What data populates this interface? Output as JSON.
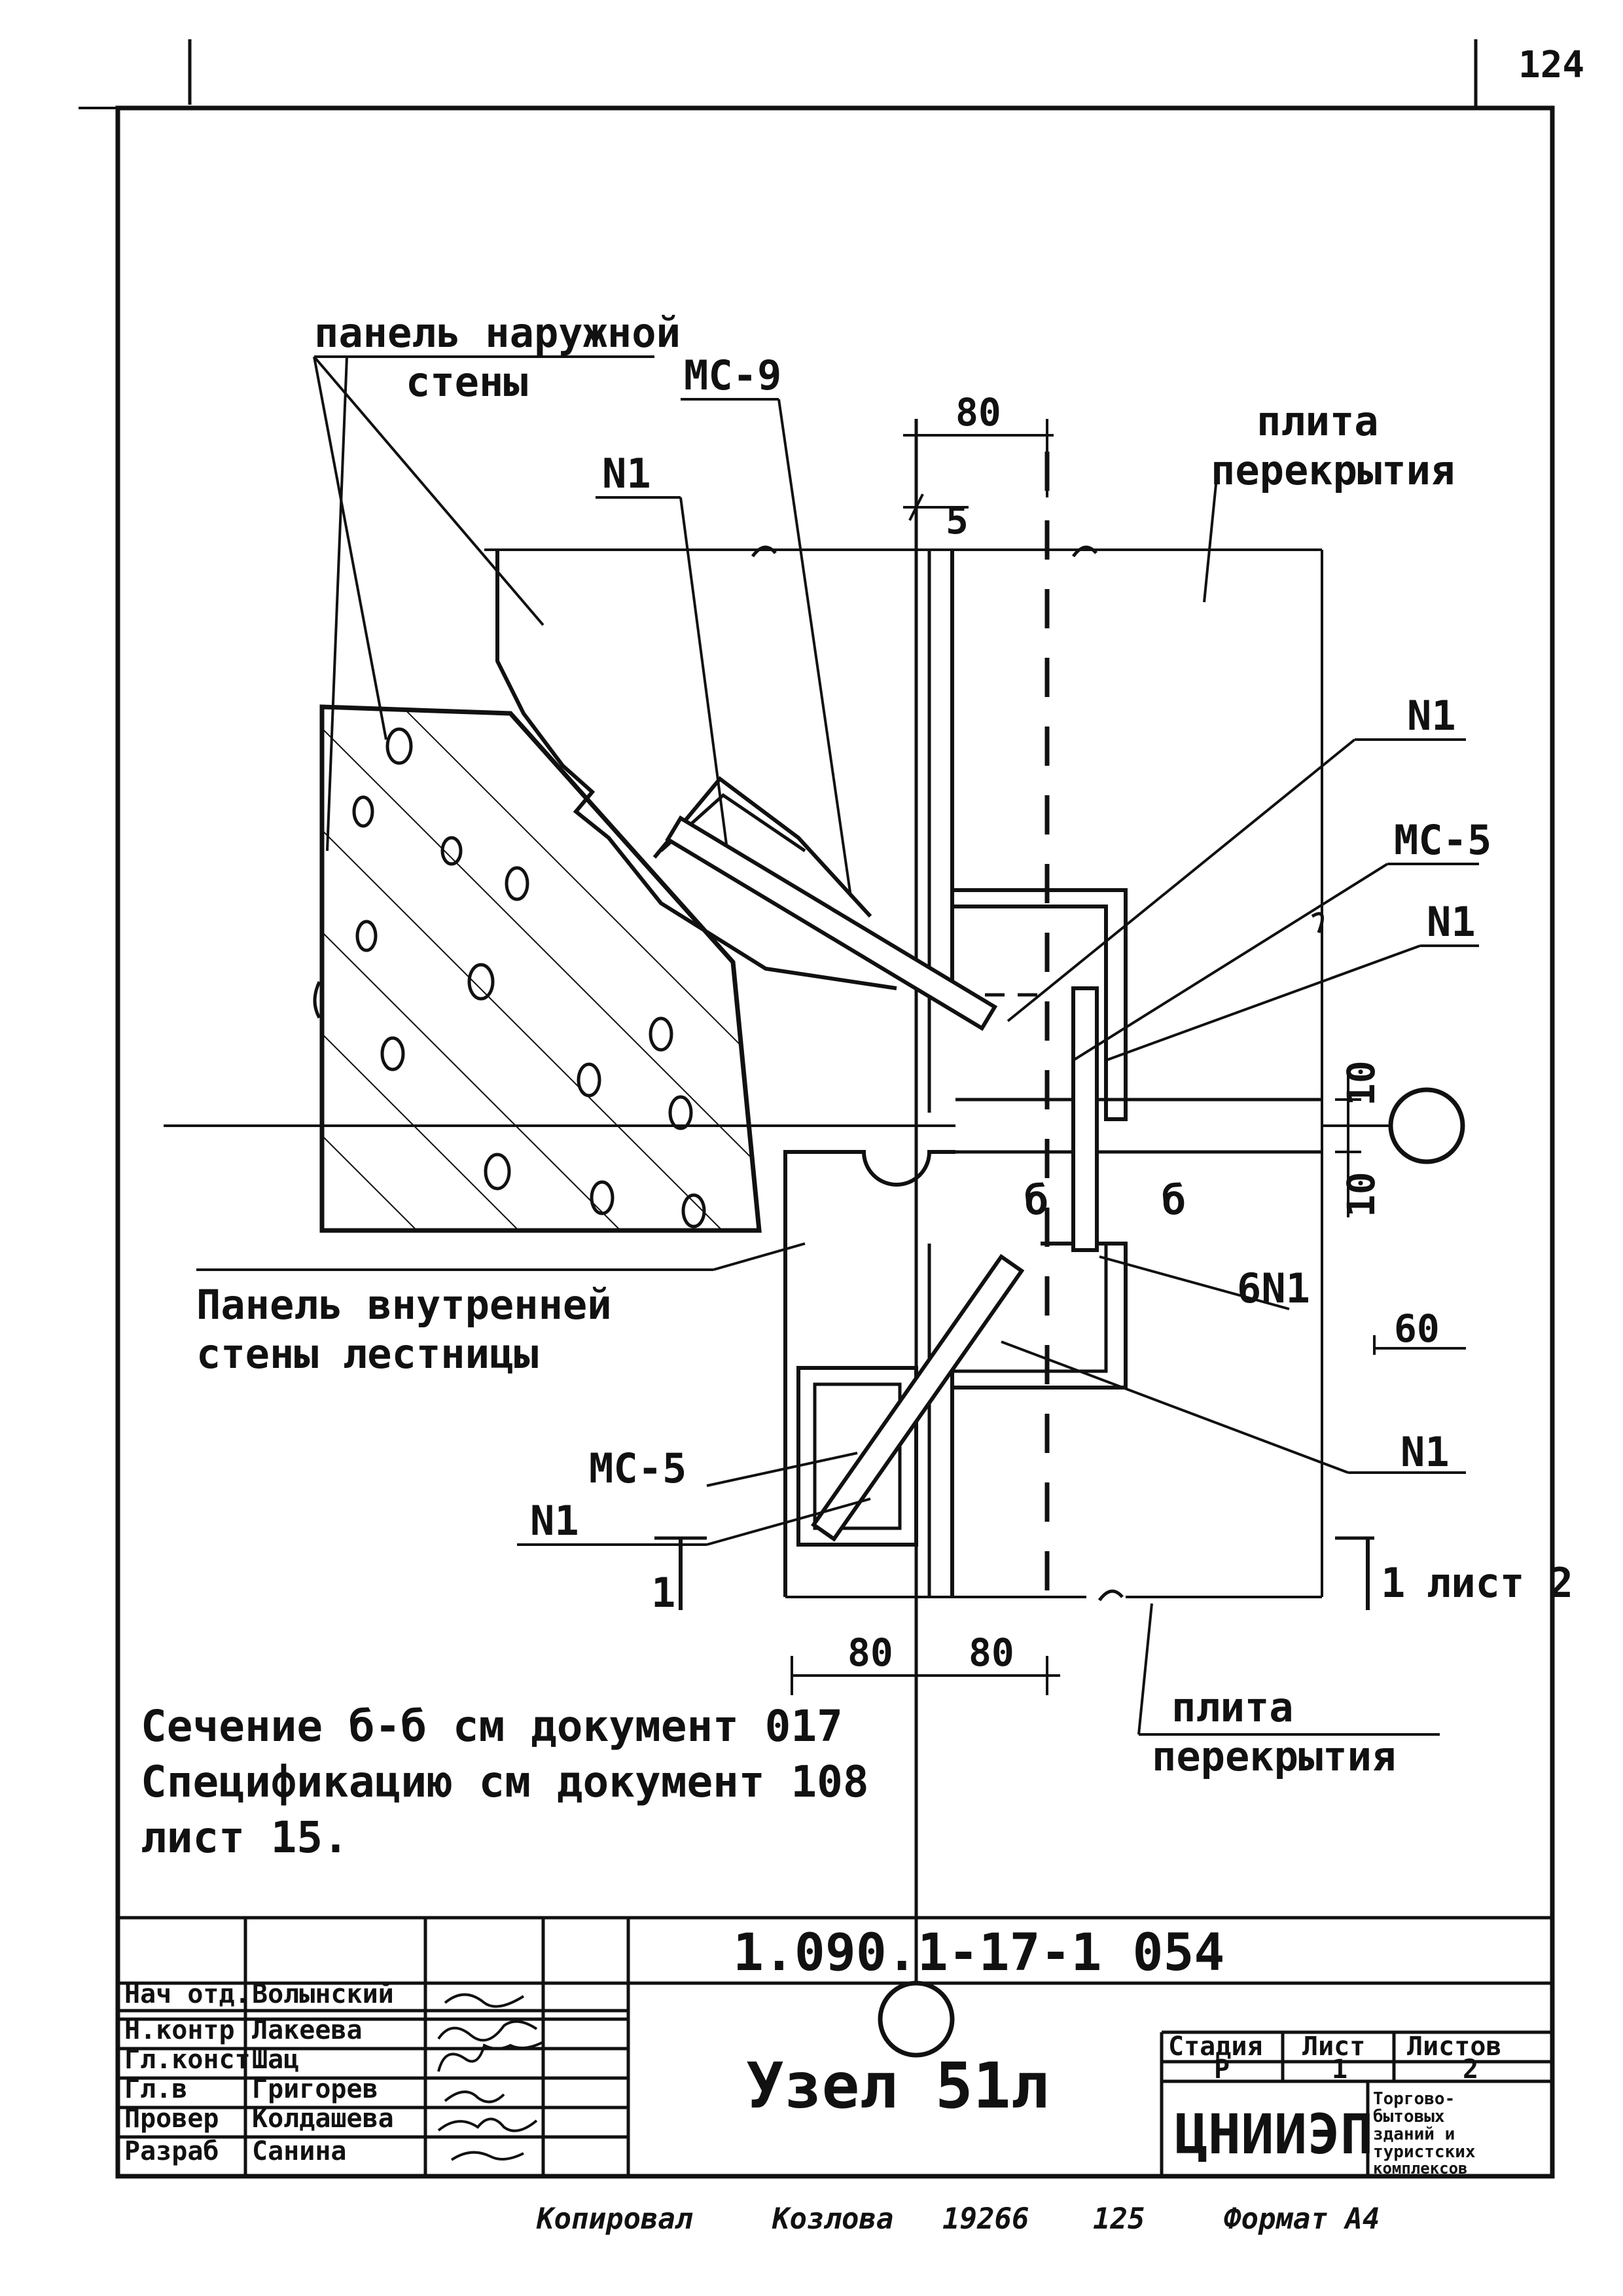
{
  "page_number": "124",
  "labels": {
    "outer_wall_panel_1": "панель наружной",
    "outer_wall_panel_2": "стены",
    "mc9": "МС-9",
    "n1_top": "N1",
    "slab_top_1": "плита",
    "slab_top_2": "перекрытия",
    "n1_right_a": "N1",
    "mc5_right": "МС-5",
    "n1_right_b": "N1",
    "inner_wall_1": "Панель внутренней",
    "inner_wall_2": "стены лестницы",
    "mc5_left": "МС-5",
    "n1_left": "N1",
    "sixn1": "6N1",
    "n1_right_c": "N1",
    "section_1_left": "1",
    "section_1_right": "1",
    "sheet2": "лист 2",
    "slab_bottom_1": "плита",
    "slab_bottom_2": "перекрытия",
    "b_left": "б",
    "b_right": "б"
  },
  "dimensions": {
    "d80_top": "80",
    "d5": "5",
    "d10_top": "10",
    "d10_bottom": "10",
    "d60": "60",
    "d80_bl": "80",
    "d80_br": "80"
  },
  "notes": [
    "Сечение б-б см документ 017",
    "Спецификацию см документ 108",
    "лист 15."
  ],
  "title_block": {
    "doc_code": "1.090.1-17-1   054",
    "title": "Узел 51л",
    "org": "ЦНИИЭП",
    "stage_header": "Стадия",
    "sheet_header": "Лист",
    "sheets_header": "Листов",
    "stage": "Р",
    "sheet": "1",
    "sheets": "2",
    "org_desc": [
      "Торгово-",
      "бытовых",
      "зданий и",
      "туристских",
      "комплексов"
    ],
    "roles": [
      "Нач отд.",
      "Н.контр",
      "Гл.конст",
      "Гл.в",
      "Провер",
      "Разраб"
    ],
    "names": [
      "Волынский",
      "Лакеева",
      "Шац",
      "Григорев",
      "Колдашева",
      "Санина"
    ]
  },
  "footer": {
    "copied": "Копировал",
    "copier": "Козлова",
    "num1": "19266",
    "num2": "125",
    "format": "Формат А4"
  }
}
